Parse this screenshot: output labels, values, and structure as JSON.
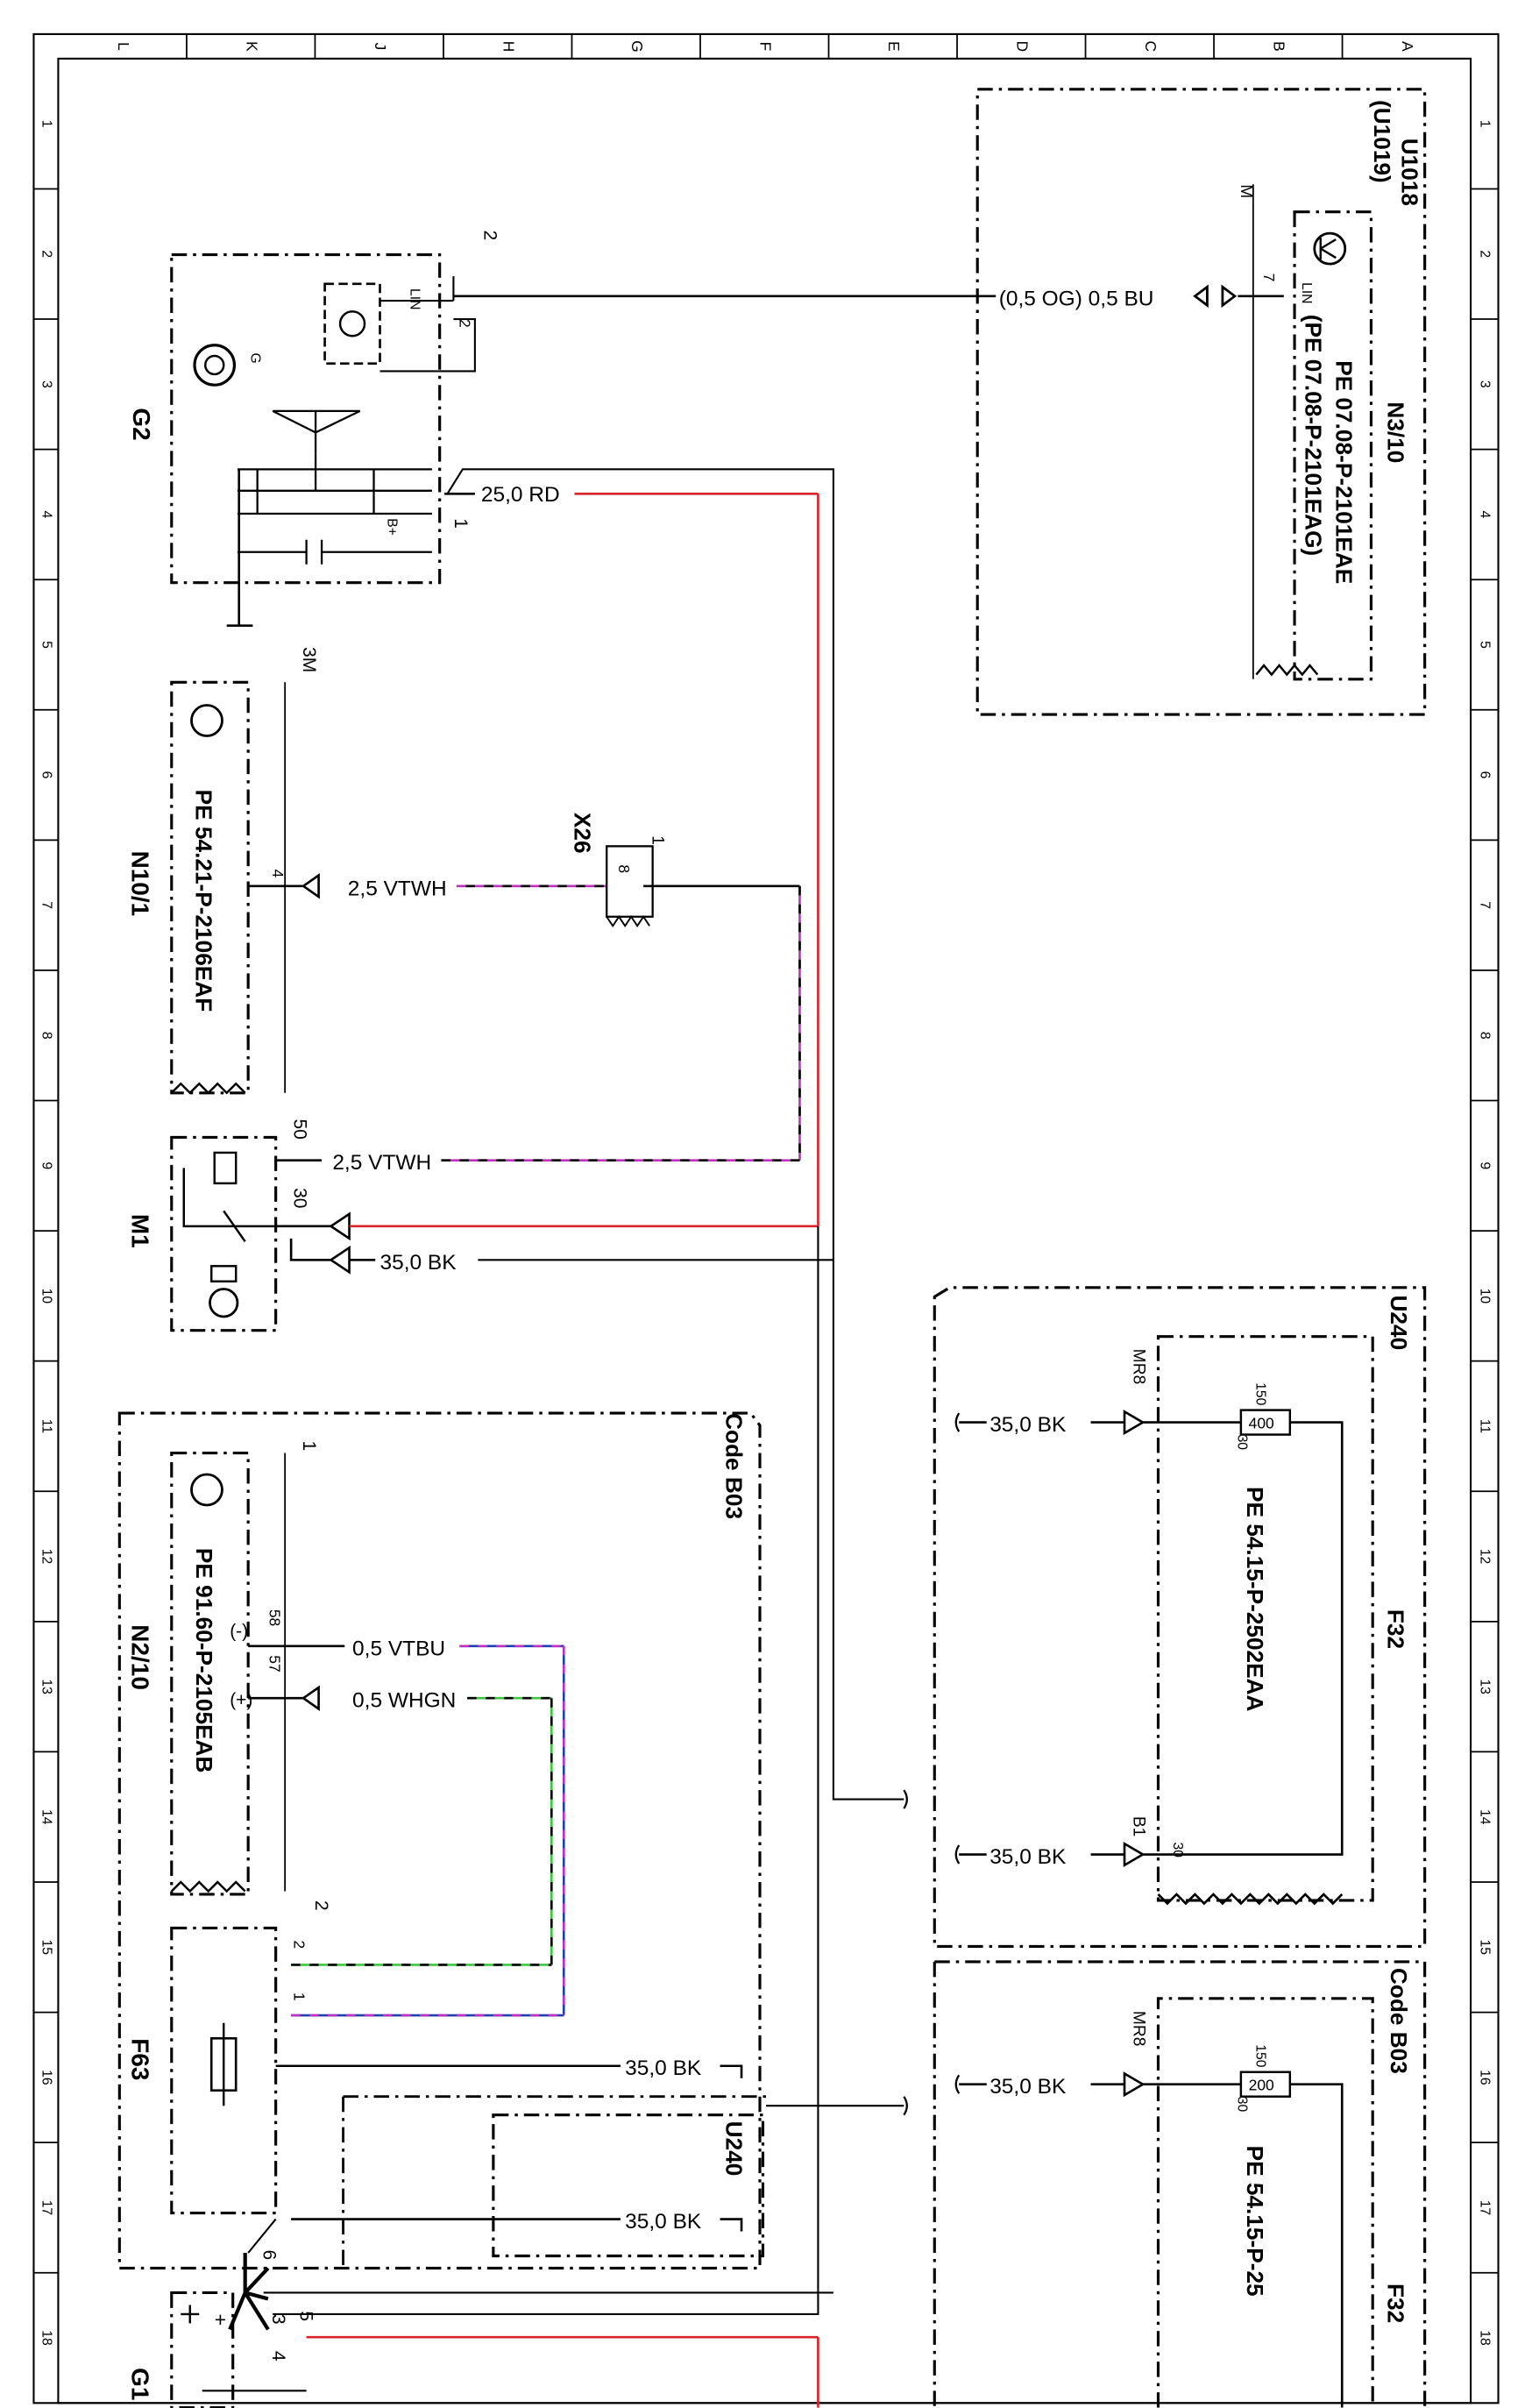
{
  "sheet": {
    "col_letters": [
      "L",
      "K",
      "J",
      "H",
      "G",
      "F",
      "E",
      "D",
      "C",
      "B",
      "A"
    ],
    "row_numbers": [
      "1",
      "2",
      "3",
      "4",
      "5",
      "6",
      "7",
      "8",
      "9",
      "10",
      "11",
      "12",
      "13",
      "14",
      "15",
      "16",
      "17",
      "18"
    ]
  },
  "components": {
    "u1018": {
      "code": "U1018",
      "alt": "(U1019)"
    },
    "n3_10": {
      "id": "N3/10",
      "ref1": "PE 07.08-P-2101EAE",
      "ref2": "(PE 07.08-P-2101EAG)",
      "pin_lin": "LIN",
      "pin_7": "7",
      "pin_m": "M"
    },
    "g2": {
      "id": "G2",
      "pin_2": "2",
      "pin_1": "1",
      "pin_lin": "LIN",
      "pin_2b": "2",
      "pin_g": "G",
      "pin_bplus": "B+"
    },
    "n10_1": {
      "id": "N10/1",
      "ref": "PE 54.21-P-2106EAF",
      "pin_4": "4",
      "pin_3m": "3M"
    },
    "x26": {
      "id": "X26",
      "pin_8": "8",
      "pin_1": "1"
    },
    "m1": {
      "id": "M1",
      "pin_50": "50",
      "pin_30": "30"
    },
    "code_b03_left": {
      "label": "Code B03"
    },
    "n2_10": {
      "id": "N2/10",
      "ref": "PE 91.60-P-2105EAB",
      "pin_58": "58",
      "pin_57": "57",
      "pin_minus": "(-)",
      "pin_plus": "(+)",
      "pin_1": "1"
    },
    "f63": {
      "id": "F63",
      "pin_2": "2",
      "pin_2b": "2",
      "pin_1": "1"
    },
    "u240_left": {
      "label": "U240"
    },
    "g1": {
      "id": "G1"
    },
    "u240_right": {
      "label": "U240"
    },
    "f32_top": {
      "id": "F32",
      "ref": "PE 54.15-P-2502EAA",
      "pin_mr8": "MR8",
      "pin_b1": "B1",
      "fuse": "400",
      "fuse_top": "150",
      "fuse_bot": "30",
      "pin_30": "30"
    },
    "code_b03_right": {
      "label": "Code B03"
    },
    "f32_bottom": {
      "id": "F32",
      "ref": "PE 54.15-P-25",
      "pin_mr8": "MR8",
      "fuse": "200",
      "fuse_top": "150",
      "fuse_bot": "30"
    }
  },
  "wires": {
    "lin": "(0,5 OG) 0,5 BU",
    "g2_b_plus": "25,0 RD",
    "n10_m1": "2,5 VTWH",
    "n10_x26": "2,5 VTWH",
    "m1_gnd": "35,0 BK",
    "n2_58": "0,5 VTBU",
    "n2_57": "0,5 WHGN",
    "f63_bk": "35,0 BK",
    "u240_bk": "35,0 BK",
    "f32_top_mr8": "35,0 BK",
    "f32_top_b1": "35,0 BK",
    "f32_bot_mr8": "35,0 BK"
  },
  "pins_misc": {
    "g1_6": "6",
    "g1_3": "3",
    "g1_4": "4",
    "g1_5": "5",
    "g1_plus": "+"
  },
  "colors": {
    "line": "#000000",
    "red_wire": "#d8232a",
    "violet": "#c030c0",
    "blue": "#1f3fb0",
    "green": "#3cc83c"
  }
}
